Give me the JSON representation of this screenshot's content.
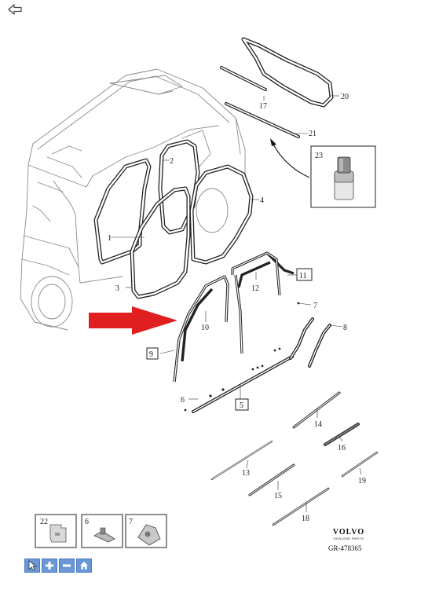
{
  "nav": {
    "back_icon": "back-arrow-icon"
  },
  "callouts": {
    "c1": "1",
    "c2": "2",
    "c3": "3",
    "c4": "4",
    "c5": "5",
    "c6": "6",
    "c7": "7",
    "c8": "8",
    "c9": "9",
    "c10": "10",
    "c11": "11",
    "c12": "12",
    "c13": "13",
    "c14": "14",
    "c15": "15",
    "c16": "16",
    "c17": "17",
    "c18": "18",
    "c19": "19",
    "c20": "20",
    "c21": "21",
    "c23": "23"
  },
  "legend": {
    "item22": "22",
    "item6": "6",
    "item7": "7"
  },
  "brand": {
    "name": "VOLVO",
    "sub": "GENUINE PARTS",
    "reference": "GR-478365"
  },
  "highlight": {
    "color": "#e02020",
    "target": "10"
  },
  "toolbar": {
    "icons": [
      "pointer-icon",
      "zoom-in-icon",
      "zoom-out-icon",
      "home-icon"
    ],
    "color": "#6a97d6"
  }
}
